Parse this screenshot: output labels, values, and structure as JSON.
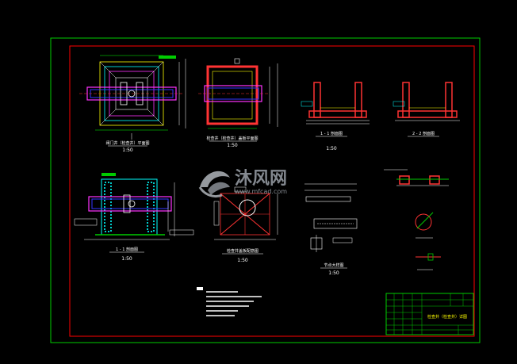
{
  "watermark": {
    "cn": "沐风网",
    "url": "www.mfcad.com"
  },
  "views": [
    {
      "id": "plan",
      "title": "阀门井（检查井）平面图",
      "scale": "1:50"
    },
    {
      "id": "cover-plan",
      "title": "检查井（检查井）盖板平面图",
      "scale": "1:50"
    },
    {
      "id": "section-11",
      "title": "1 - 1 剖面图",
      "scale": "1:50"
    },
    {
      "id": "section-22",
      "title": "2 - 2 剖面图",
      "scale": ""
    },
    {
      "id": "section-main",
      "title": "1 - 1 剖面图",
      "scale": "1:50"
    },
    {
      "id": "rebar-plan",
      "title": "检查井盖板配筋图",
      "scale": "1:50"
    },
    {
      "id": "detail",
      "title": "节点大样图",
      "scale": "1:50"
    }
  ],
  "title_block": {
    "drawing_name": "检查井（检查井）详图"
  },
  "colors": {
    "border_green": "#00cc00",
    "frame_red": "#ff0000",
    "pipe_magenta": "#ff33ff",
    "pipe_blue": "#3333ff",
    "accent_cyan": "#00ffff",
    "hatch_yellow": "#ffff00"
  }
}
